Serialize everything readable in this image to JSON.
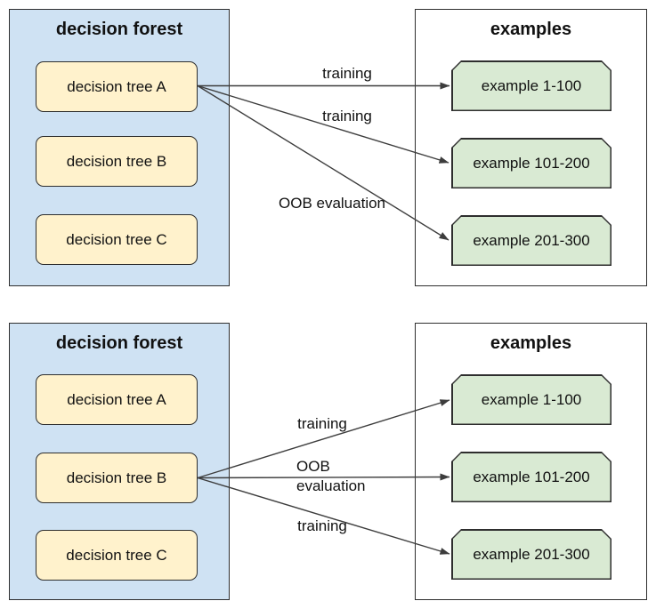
{
  "panels": [
    {
      "forest_title": "decision forest",
      "trees": [
        "decision tree A",
        "decision tree B",
        "decision tree C"
      ],
      "examples_title": "examples",
      "examples": [
        "example 1-100",
        "example 101-200",
        "example 201-300"
      ],
      "arrows": [
        {
          "from": "decision tree A",
          "label": "training",
          "to": "example 1-100"
        },
        {
          "from": "decision tree A",
          "label": "training",
          "to": "example 101-200"
        },
        {
          "from": "decision tree A",
          "label": "OOB evaluation",
          "to": "example 201-300"
        }
      ]
    },
    {
      "forest_title": "decision forest",
      "trees": [
        "decision tree A",
        "decision tree B",
        "decision tree C"
      ],
      "examples_title": "examples",
      "examples": [
        "example 1-100",
        "example 101-200",
        "example 201-300"
      ],
      "arrows": [
        {
          "from": "decision tree B",
          "label": "training",
          "to": "example 1-100"
        },
        {
          "from": "decision tree B",
          "label": "OOB\nevaluation",
          "to": "example 101-200"
        },
        {
          "from": "decision tree B",
          "label": "training",
          "to": "example 201-300"
        }
      ]
    }
  ],
  "colors": {
    "forest_fill": "#cfe2f3",
    "tree_fill": "#fff2cc",
    "example_fill": "#d9ead3",
    "examples_fill": "#ffffff",
    "border": "#2e2e2e",
    "arrow": "#3d3d3d",
    "text": "#111111"
  }
}
